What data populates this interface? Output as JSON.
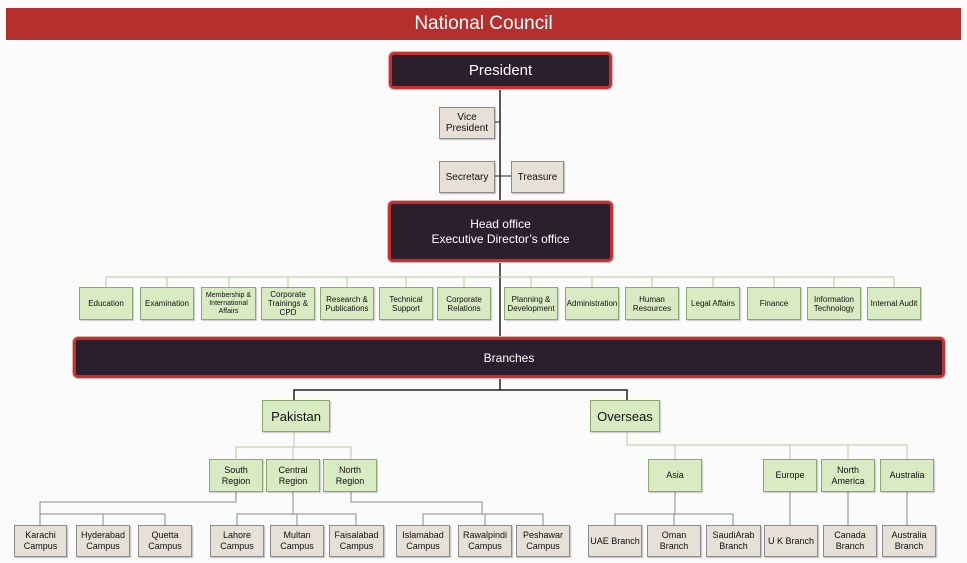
{
  "title": "National Council",
  "president": "President",
  "vice_president": "Vice President",
  "secretary": "Secretary",
  "treasure": "Treasure",
  "head_office": {
    "line1": "Head office",
    "line2": "Executive Director’s office"
  },
  "departments": [
    "Education",
    "Examination",
    "Membership & International Affairs",
    "Corporate Trainings & CPD",
    "Research & Publications",
    "Technical Support",
    "Corporate Relations",
    "Planning & Development",
    "Administration",
    "Human Resources",
    "Legal Affairs",
    "Finance",
    "Information Technology",
    "Internal Audit"
  ],
  "branches": "Branches",
  "pakistan": "Pakistan",
  "overseas": "Overseas",
  "regions": [
    "South Region",
    "Central Region",
    "North Region"
  ],
  "overseas_regions": [
    "Asia",
    "Europe",
    "North America",
    "Australia"
  ],
  "south_campuses": [
    "Karachi Campus",
    "Hyderabad Campus",
    "Quetta Campus"
  ],
  "central_campuses": [
    "Lahore Campus",
    "Multan Campus",
    "Faisalabad Campus"
  ],
  "north_campuses": [
    "Islamabad Campus",
    "Rawalpindi Campus",
    "Peshawar Campus"
  ],
  "asia_branches": [
    "UAE Branch",
    "Oman Branch",
    "SaudiArab Branch"
  ],
  "europe_branches": [
    "U K Branch"
  ],
  "america_branches": [
    "Canada Branch"
  ],
  "australia_branches": [
    "Australia Branch"
  ]
}
